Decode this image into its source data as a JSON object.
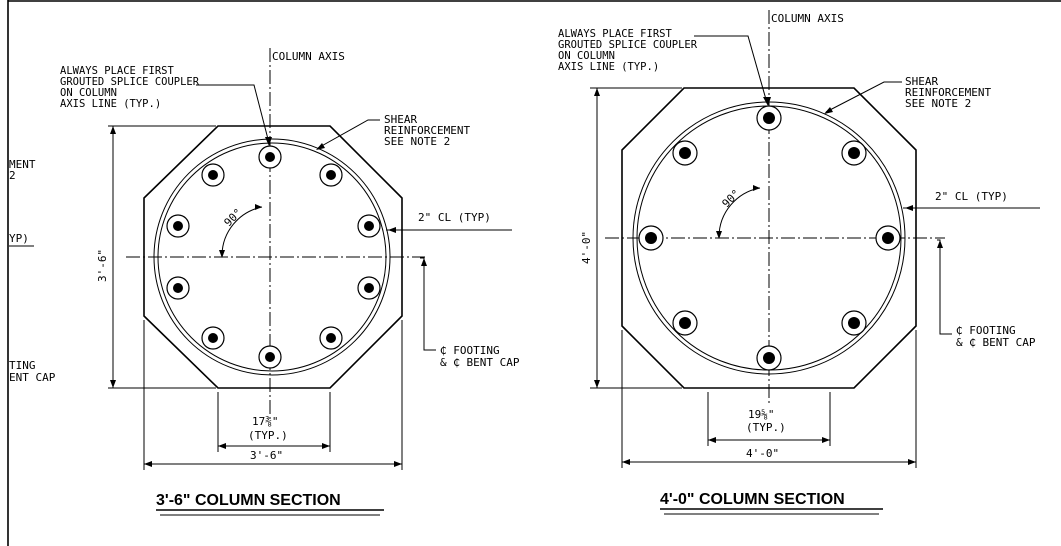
{
  "left": {
    "title": "3'-6\" COLUMN SECTION",
    "column_axis": "COLUMN AXIS",
    "coupler_note": [
      "ALWAYS PLACE FIRST",
      "GROUTED SPLICE COUPLER",
      "ON COLUMN",
      "AXIS LINE (TYP.)"
    ],
    "shear_note": [
      "SHEAR",
      "REINFORCEMENT",
      "SEE NOTE 2"
    ],
    "cl_note": "2\" CL (TYP)",
    "angle": "90°",
    "height_dim": "3'-6\"",
    "width_dim": "3'-6\"",
    "spacing_dim": "17⅜\"",
    "spacing_typ": "(TYP.)",
    "footing_note": [
      "₵ FOOTING",
      "& ₵ BENT CAP"
    ],
    "clipped_left": [
      "MENT",
      "2",
      "YP)",
      "TING",
      "ENT CAP"
    ]
  },
  "right": {
    "title": "4'-0\" COLUMN SECTION",
    "column_axis": "COLUMN AXIS",
    "coupler_note": [
      "ALWAYS PLACE FIRST",
      "GROUTED SPLICE COUPLER",
      "ON COLUMN",
      "AXIS LINE (TYP.)"
    ],
    "shear_note": [
      "SHEAR",
      "REINFORCEMENT",
      "SEE NOTE 2"
    ],
    "cl_note": "2\" CL (TYP)",
    "angle": "90°",
    "height_dim": "4'-0\"",
    "width_dim": "4'-0\"",
    "spacing_dim": "19⅝\"",
    "spacing_typ": "(TYP.)",
    "footing_note": [
      "₵ FOOTING",
      "& ₵ BENT CAP"
    ]
  }
}
